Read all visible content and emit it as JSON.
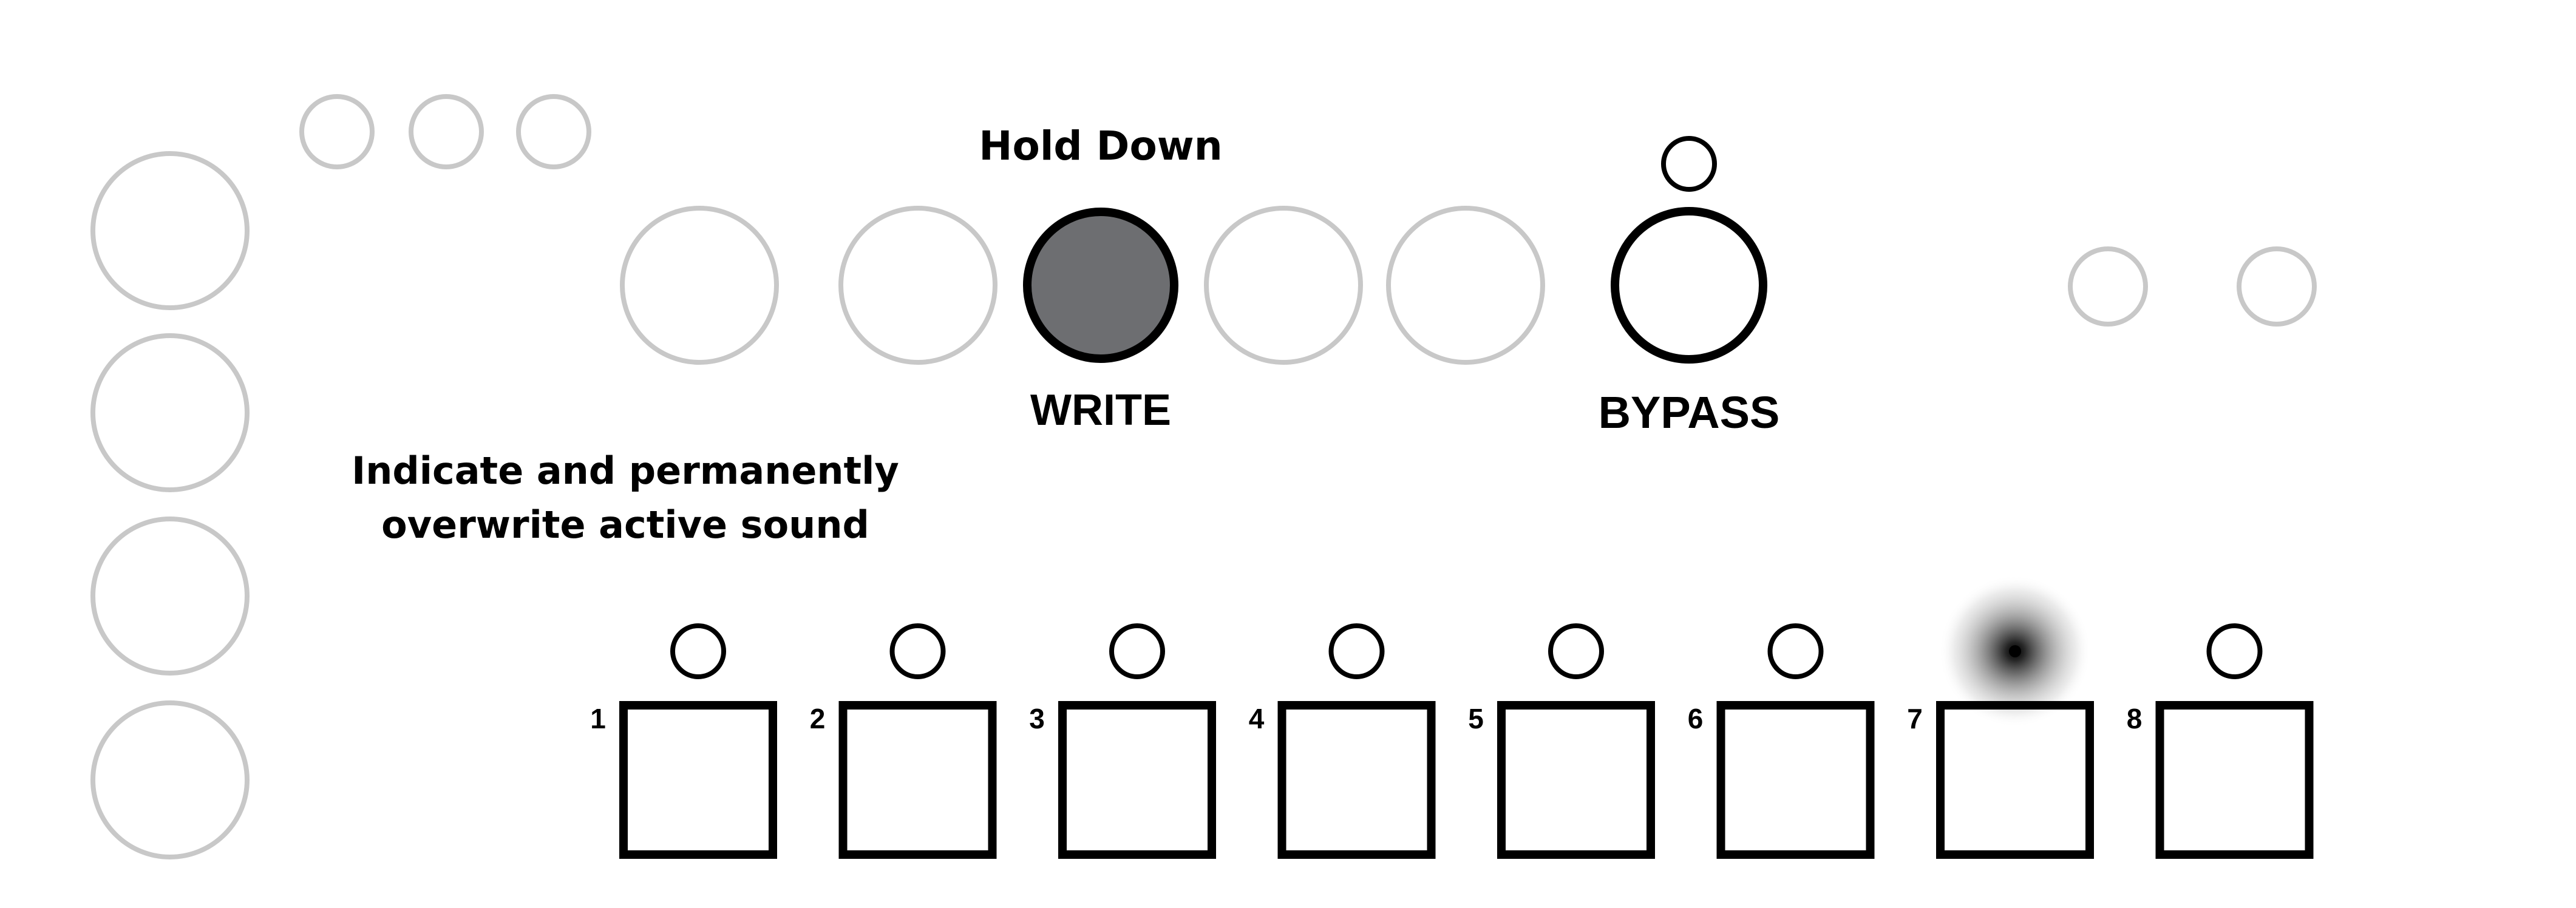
{
  "labels": {
    "hold_down": "Hold Down",
    "write": "WRITE",
    "bypass": "BYPASS",
    "description_line1": "Indicate and permanently",
    "description_line2": "overwrite active sound"
  },
  "preset_buttons": [
    {
      "number": "1",
      "led": "off"
    },
    {
      "number": "2",
      "led": "off"
    },
    {
      "number": "3",
      "led": "off"
    },
    {
      "number": "4",
      "led": "off"
    },
    {
      "number": "5",
      "led": "off"
    },
    {
      "number": "6",
      "led": "off"
    },
    {
      "number": "7",
      "led": "lit"
    },
    {
      "number": "8",
      "led": "off"
    }
  ],
  "colors": {
    "inactive_outline": "#c8c8c8",
    "active_outline": "#000000",
    "pressed_fill": "#6d6e71",
    "led_glow": "#000000"
  }
}
